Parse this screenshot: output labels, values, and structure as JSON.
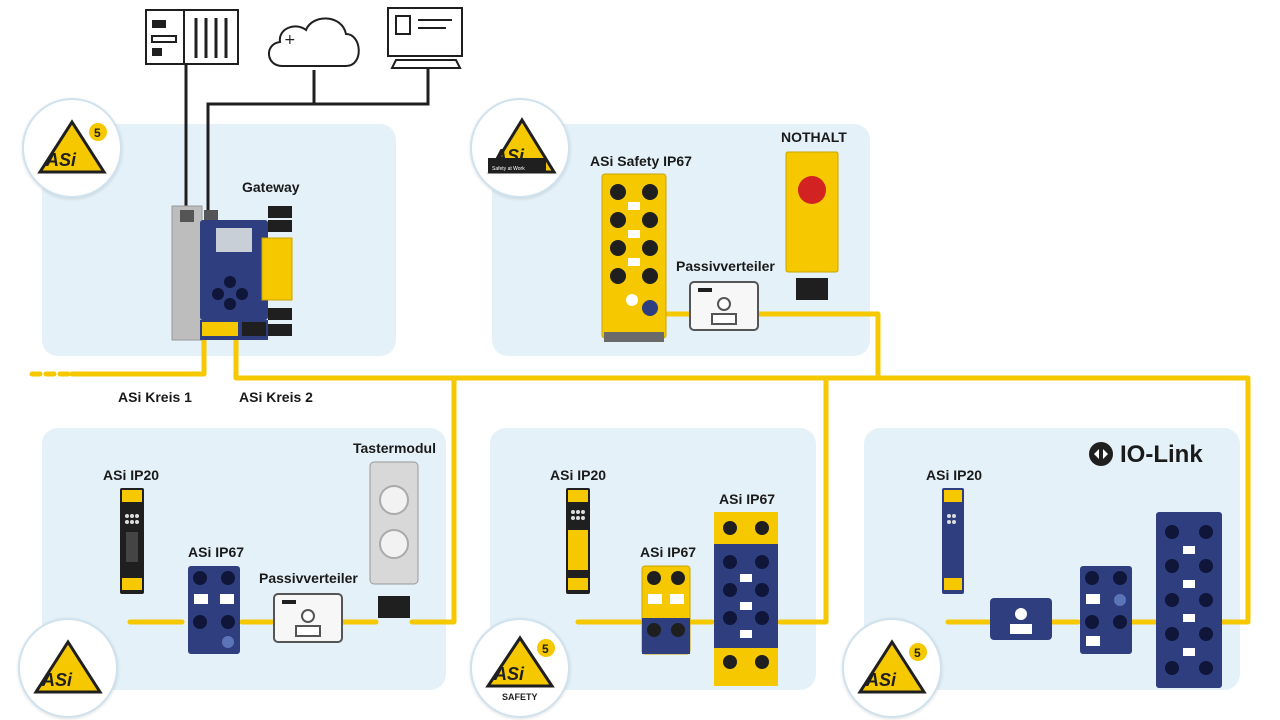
{
  "colors": {
    "wire": "#f5c800",
    "panel": "#e4f1f8",
    "asi_blue": "#2e3e7e",
    "asi_yellow": "#f5c800",
    "dark": "#1a1a1a"
  },
  "icons": [
    "plc-icon",
    "cloud-icon",
    "computer-monitor-icon",
    "asi-logo",
    "asi-safety-logo",
    "io-link-logo"
  ],
  "top": {
    "gateway_label": "Gateway"
  },
  "safety": {
    "module_label": "ASi Safety IP67",
    "estop_label": "NOTHALT",
    "passive_label": "Passivverteiler"
  },
  "circuits": {
    "kreis1": "ASi Kreis 1",
    "kreis2": "ASi Kreis 2"
  },
  "panel_left": {
    "ip20": "ASi IP20",
    "ip67": "ASi IP67",
    "passive": "Passivverteiler",
    "taster": "Tastermodul"
  },
  "panel_mid": {
    "ip20": "ASi IP20",
    "ip67_small": "ASi IP67",
    "ip67_large": "ASi IP67"
  },
  "panel_right": {
    "ip20": "ASi IP20",
    "iolink_brand": "IO-Link"
  },
  "logos": {
    "asi_text": "ASi",
    "asi5_text": "5",
    "safety_text": "SAFETY",
    "safety_at_work": "Safety at Work"
  }
}
